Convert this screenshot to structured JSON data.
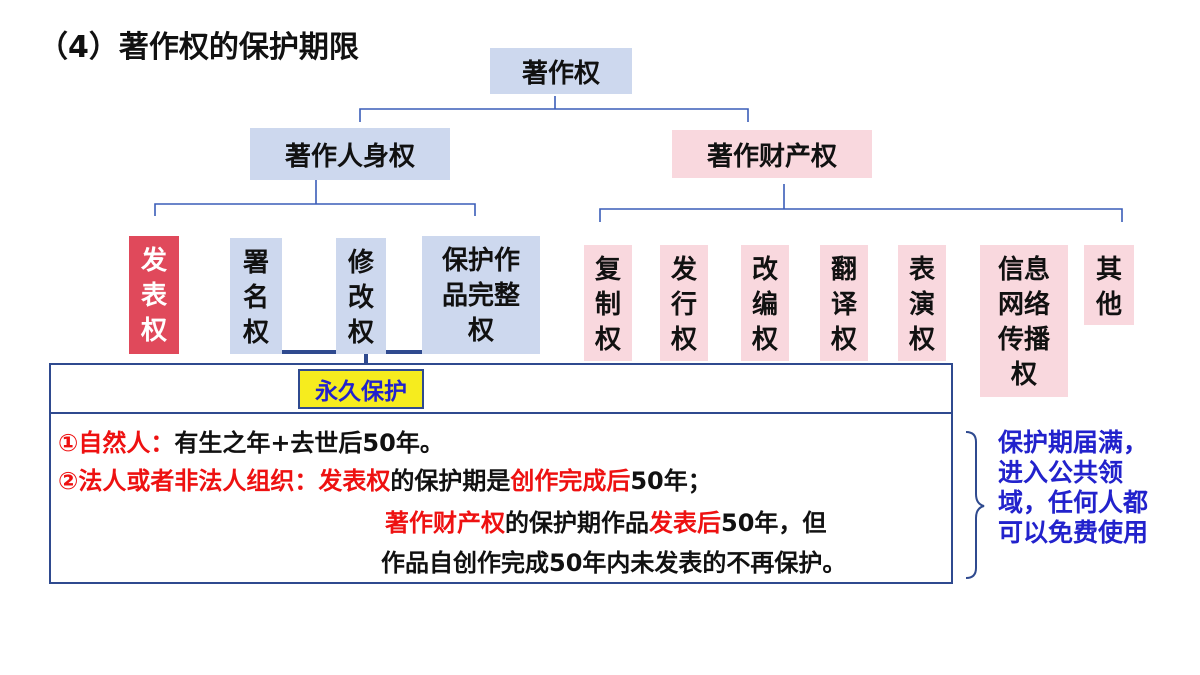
{
  "title": "（4）著作权的保护期限",
  "root": "著作权",
  "personal_rights": {
    "label": "著作人身权",
    "items": [
      {
        "lines": [
          "发",
          "表",
          "权"
        ]
      },
      {
        "lines": [
          "署",
          "名",
          "权"
        ]
      },
      {
        "lines": [
          "修",
          "改",
          "权"
        ]
      },
      {
        "lines": [
          "保护作",
          "品完整",
          "权"
        ]
      }
    ]
  },
  "property_rights": {
    "label": "著作财产权",
    "items": [
      {
        "lines": [
          "复",
          "制",
          "权"
        ]
      },
      {
        "lines": [
          "发",
          "行",
          "权"
        ]
      },
      {
        "lines": [
          "改",
          "编",
          "权"
        ]
      },
      {
        "lines": [
          "翻",
          "译",
          "权"
        ]
      },
      {
        "lines": [
          "表",
          "演",
          "权"
        ]
      },
      {
        "lines": [
          "信息",
          "网络",
          "传播",
          "权"
        ]
      },
      {
        "lines": [
          "其",
          "他"
        ]
      }
    ]
  },
  "permanent_label": "永久保护",
  "rule1": {
    "subject": "①自然人：",
    "text": "有生之年+去世后50年。"
  },
  "rule2": {
    "subject": "②法人或者非法人组织：",
    "p1": "发表权",
    "p2": "的保护期是",
    "p3": "创作完成后",
    "p4": "50年；",
    "p5": "著作财产权",
    "p6": "的保护期作品",
    "p7": "发表后",
    "p8": "50年，但",
    "p9": "作品自创作完成50年内未发表的不再保护。"
  },
  "note": {
    "t1": "保护期届满，进入公共领域，",
    "t2": "任何人都可以免费使用"
  },
  "colors": {
    "blue_box": "#cdd8ee",
    "pink_box": "#f9d8de",
    "red_box": "#e0495b",
    "highlight": "#f6ec1e",
    "accent_blue": "#2222cc",
    "accent_red": "#ee1111"
  }
}
